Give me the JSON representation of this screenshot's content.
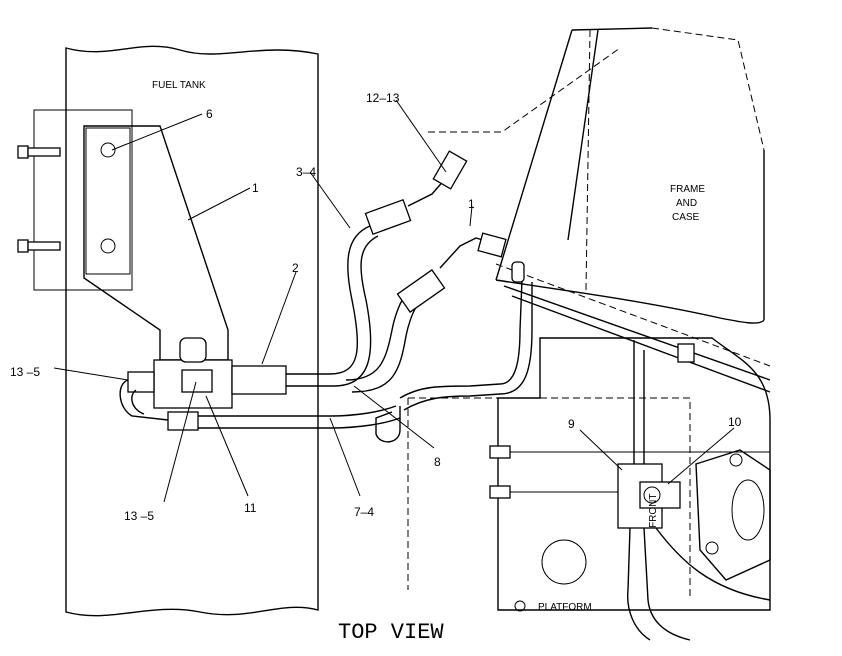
{
  "labels": {
    "fuel_tank": "FUEL TANK",
    "frame_line1": "FRAME",
    "frame_line2": "AND",
    "frame_line3": "CASE",
    "platform": "PLATFORM",
    "view_title": "TOP VIEW",
    "front": "FRONT"
  },
  "callouts": {
    "c1a": "1",
    "c1b": "1",
    "c2": "2",
    "c3_4": "3–4",
    "c6": "6",
    "c7_4": "7–4",
    "c8": "8",
    "c9": "9",
    "c10": "10",
    "c11": "11",
    "c12_13": "12–13",
    "c13_5a": "13 –5",
    "c13_5b": "13 –5"
  }
}
